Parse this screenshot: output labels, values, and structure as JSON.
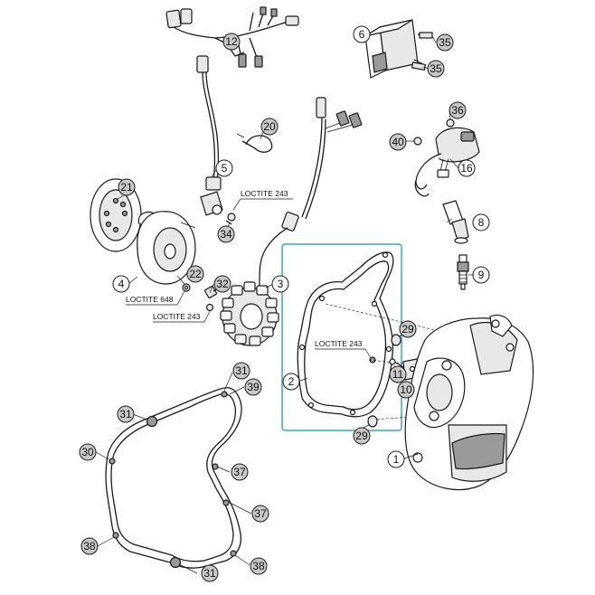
{
  "callouts": [
    {
      "label": "1",
      "style": "white"
    },
    {
      "label": "2",
      "style": "white"
    },
    {
      "label": "3",
      "style": "white"
    },
    {
      "label": "4",
      "style": "white"
    },
    {
      "label": "5",
      "style": "white"
    },
    {
      "label": "6",
      "style": "white"
    },
    {
      "label": "8",
      "style": "white"
    },
    {
      "label": "9",
      "style": "white"
    },
    {
      "label": "10",
      "style": "grey"
    },
    {
      "label": "11",
      "style": "grey"
    },
    {
      "label": "12",
      "style": "white"
    },
    {
      "label": "16",
      "style": "white"
    },
    {
      "label": "20",
      "style": "grey"
    },
    {
      "label": "21",
      "style": "grey"
    },
    {
      "label": "22",
      "style": "grey"
    },
    {
      "label": "29",
      "style": "grey"
    },
    {
      "label": "29",
      "style": "grey"
    },
    {
      "label": "30",
      "style": "grey"
    },
    {
      "label": "31",
      "style": "grey"
    },
    {
      "label": "31",
      "style": "grey"
    },
    {
      "label": "31",
      "style": "grey"
    },
    {
      "label": "32",
      "style": "grey"
    },
    {
      "label": "34",
      "style": "grey"
    },
    {
      "label": "35",
      "style": "grey"
    },
    {
      "label": "35",
      "style": "grey"
    },
    {
      "label": "36",
      "style": "grey"
    },
    {
      "label": "37",
      "style": "grey"
    },
    {
      "label": "37",
      "style": "grey"
    },
    {
      "label": "38",
      "style": "grey"
    },
    {
      "label": "38",
      "style": "grey"
    },
    {
      "label": "39",
      "style": "grey"
    },
    {
      "label": "40",
      "style": "grey"
    }
  ],
  "notes": [
    {
      "text": "LOCTITE 243"
    },
    {
      "text": "LOCTITE 648"
    },
    {
      "text": "LOCTITE 243"
    },
    {
      "text": "LOCTITE 243"
    }
  ],
  "colors": {
    "highlight": "#3aa7c4",
    "line": "#1a1a1a",
    "callout_grey": "#c8c8c8"
  }
}
